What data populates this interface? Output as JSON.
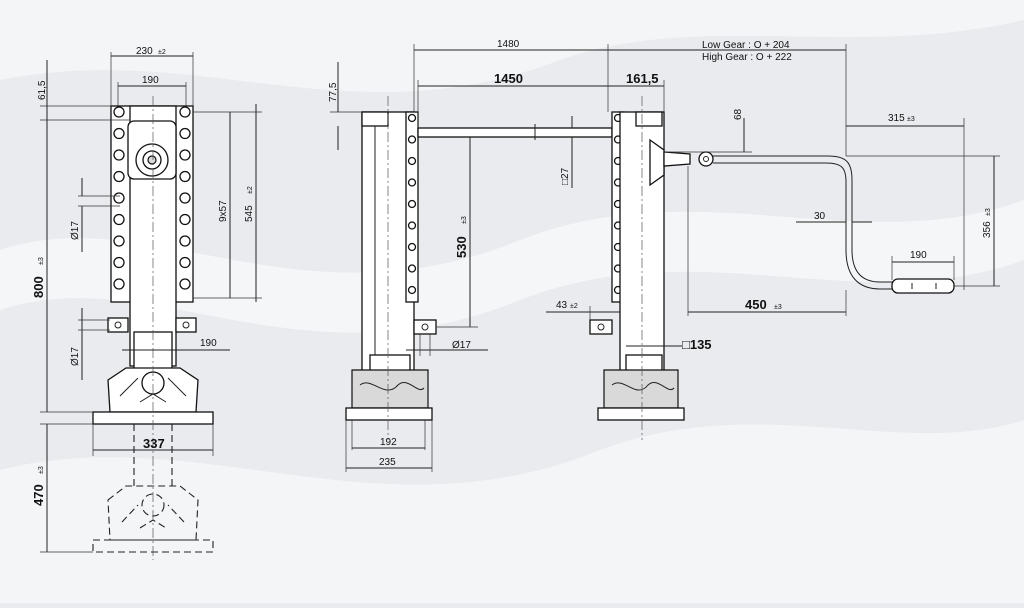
{
  "dimensions": {
    "w230": "230",
    "tol2": "±2",
    "w190": "190",
    "h615": "61,5",
    "h800": "800",
    "tol3": "±3",
    "h470": "470",
    "holes": "9x57",
    "h545": "545",
    "d17a": "Ø17",
    "d17b": "Ø17",
    "w190b": "190",
    "w337": "337",
    "h775": "77,5",
    "l1480": "1480",
    "l1450": "1450",
    "l1615": "161,5",
    "h68": "68",
    "sq27": "□27",
    "h530": "530",
    "d17c": "Ø17",
    "w192": "192",
    "w235": "235",
    "w43": "43",
    "sq135": "□135",
    "w315": "315",
    "h356": "356",
    "w30": "30",
    "w190c": "190",
    "w450": "450"
  },
  "gears": {
    "low": "Low Gear : O + 204",
    "high": "High Gear : O + 222"
  }
}
